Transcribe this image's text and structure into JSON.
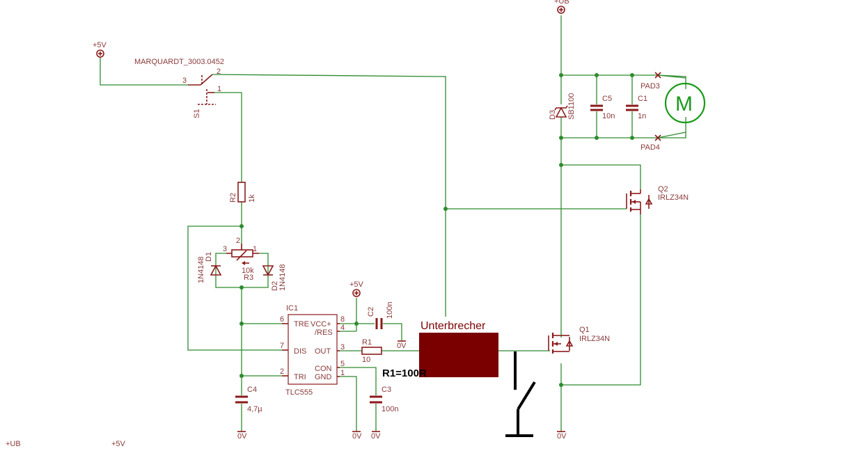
{
  "supply": {
    "p5v": "+5V",
    "pub": "+UB",
    "gnd": "0V"
  },
  "switch": {
    "part": "MARQUARDT_3003.0452",
    "name": "S1",
    "pin1": "1",
    "pin2": "2",
    "pin3": "3"
  },
  "r2": {
    "name": "R2",
    "value": "1k"
  },
  "r3": {
    "name": "R3",
    "value": "10k",
    "pin1": "1",
    "pin2": "2",
    "pin3": "3"
  },
  "d1": {
    "name": "D1",
    "value": "1N4148"
  },
  "d2": {
    "name": "D2",
    "value": "1N4148"
  },
  "ic1": {
    "name": "IC1",
    "type": "TLC555",
    "pins": {
      "tre": "TRE",
      "vcc": "VCC+",
      "res": "/RES",
      "dis": "DIS",
      "out": "OUT",
      "con": "CON",
      "tri": "TRI",
      "gnd": "GND"
    },
    "nums": {
      "p8": "8",
      "p4": "4",
      "p6": "6",
      "p7": "7",
      "p3": "3",
      "p5": "5",
      "p2": "2",
      "p1": "1"
    }
  },
  "c2": {
    "name": "C2",
    "value": "100n"
  },
  "c3": {
    "name": "C3",
    "value": "100n"
  },
  "c4": {
    "name": "C4",
    "value": "4,7µ"
  },
  "c5": {
    "name": "C5",
    "value": "10n"
  },
  "c1": {
    "name": "C1",
    "value": "1n"
  },
  "r1": {
    "name": "R1",
    "value": "10"
  },
  "d3": {
    "name": "D3",
    "value": "SB1100"
  },
  "q1": {
    "name": "Q1",
    "value": "IRLZ34N"
  },
  "q2": {
    "name": "Q2",
    "value": "IRLZ34N"
  },
  "pads": {
    "pad3": "PAD3",
    "pad4": "PAD4"
  },
  "motor": {
    "label": "M"
  },
  "annotations": {
    "interrupter": "Unterbrecher",
    "r1_note": "R1=100R"
  },
  "colors": {
    "wire": "#2e8b2e",
    "part": "#8b1a1a",
    "box": "#7a0000"
  }
}
